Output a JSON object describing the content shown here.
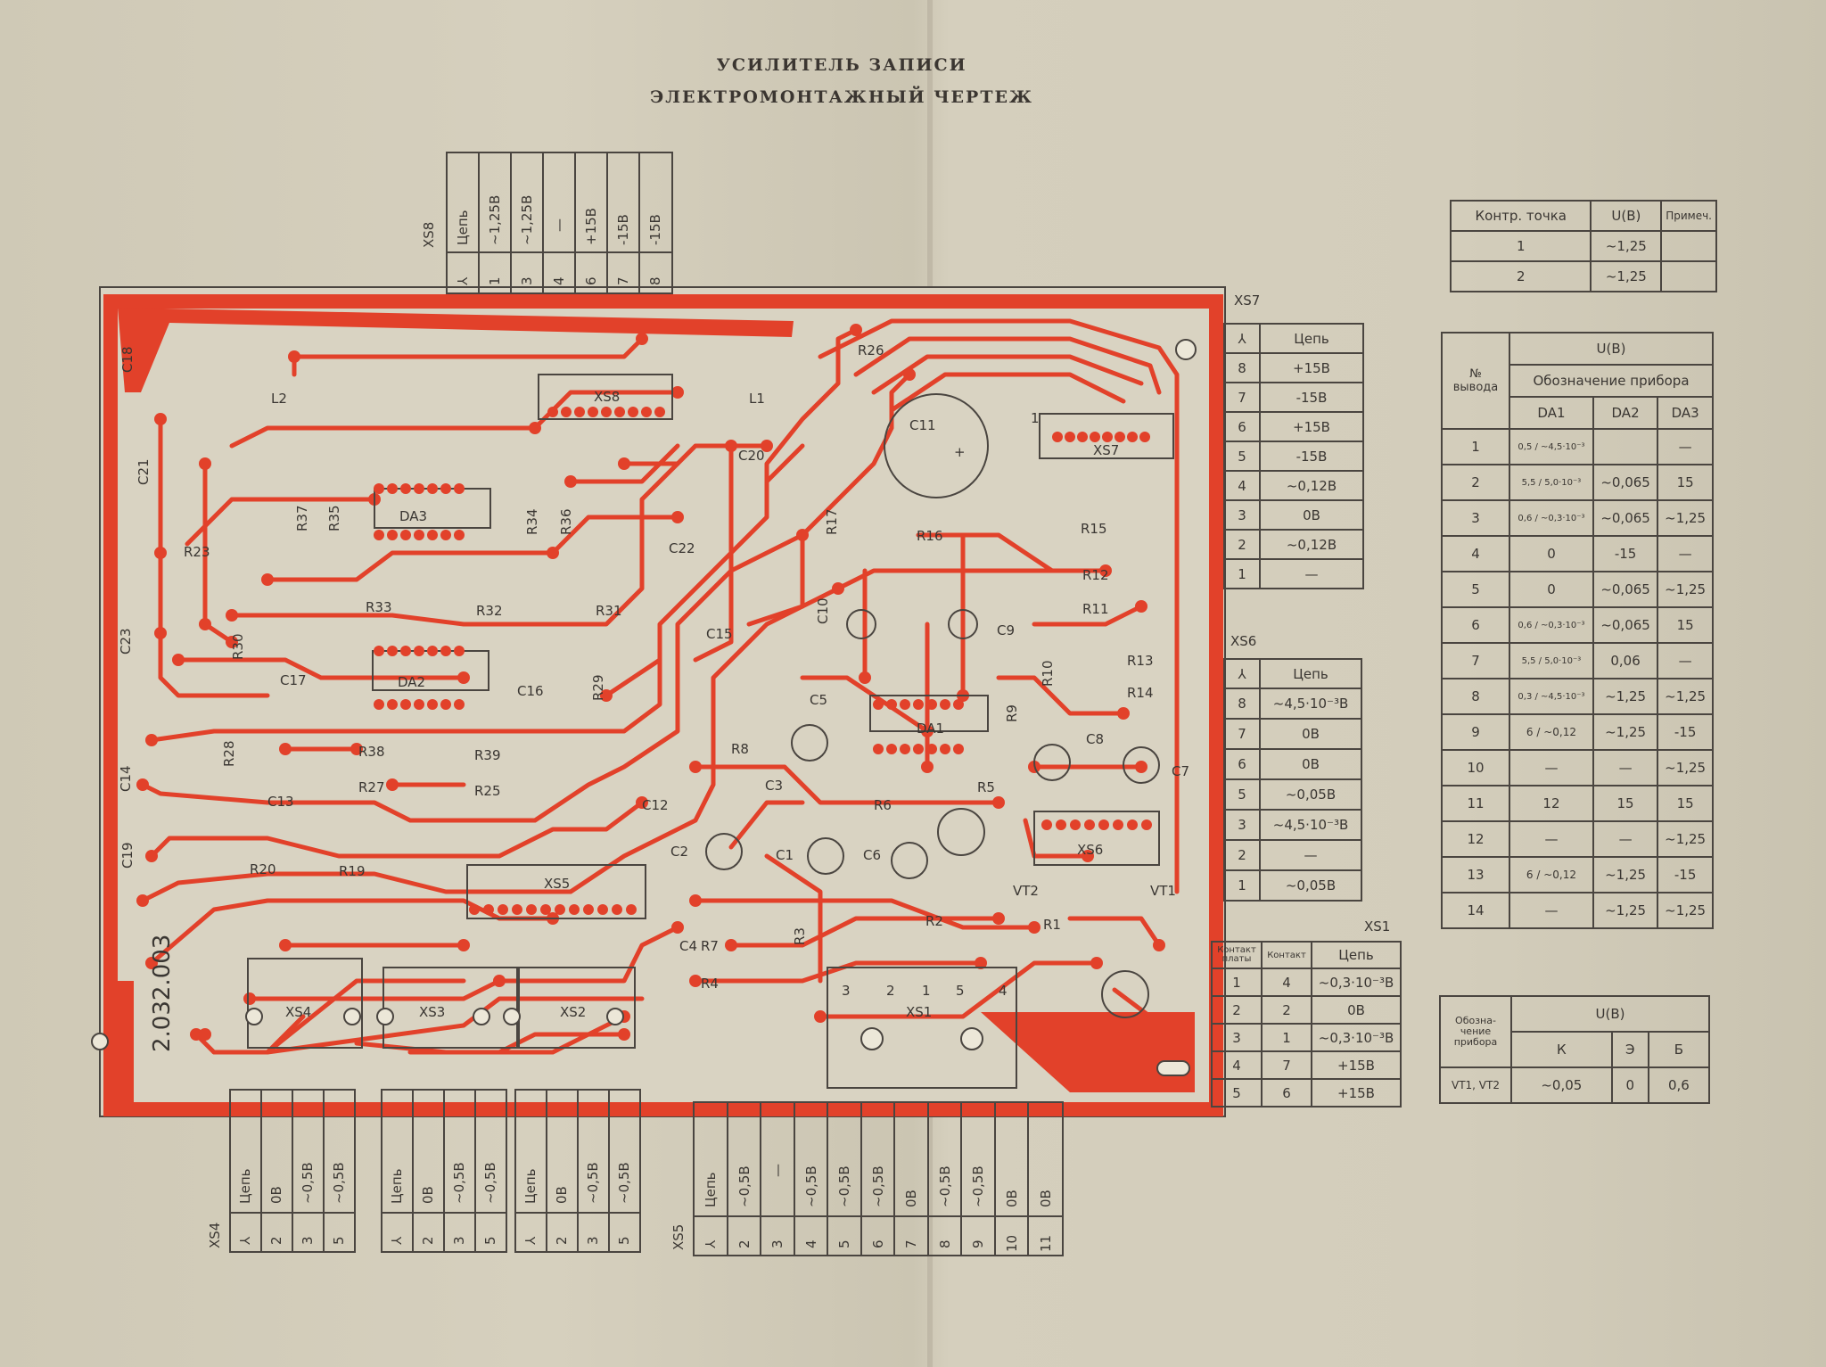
{
  "title": {
    "line1": "УСИЛИТЕЛЬ ЗАПИСИ",
    "line2": "ЭЛЕКТРОМОНТАЖНЫЙ ЧЕРТЕЖ"
  },
  "board": {
    "part_number": "2.032.003",
    "components": {
      "R26": "R26",
      "R17": "R17",
      "R16": "R16",
      "R15": "R15",
      "R12": "R12",
      "R11": "R11",
      "R10": "R10",
      "R13": "R13",
      "R14": "R14",
      "R9": "R9",
      "R8": "R8",
      "R6": "R6",
      "R5": "R5",
      "R3": "R3",
      "R2": "R2",
      "R1": "R1",
      "R7": "R7",
      "R4": "R4",
      "R20": "R20",
      "R19": "R19",
      "R38": "R38",
      "R27": "R27",
      "R39": "R39",
      "R25": "R25",
      "R28": "R28",
      "R30": "R30",
      "R33": "R33",
      "R32": "R32",
      "R31": "R31",
      "R29": "R29",
      "R23": "R23",
      "R34": "R34",
      "R35": "R35",
      "R36": "R36",
      "R37": "R37",
      "DA1": "DA1",
      "DA2": "DA2",
      "DA3": "DA3",
      "C1": "C1",
      "C2": "C2",
      "C3": "C3",
      "C4": "C4",
      "C5": "C5",
      "C6": "C6",
      "C7": "C7",
      "C8": "C8",
      "C9": "C9",
      "C10": "C10",
      "C11": "C11",
      "C12": "C12",
      "C13": "C13",
      "C14": "C14",
      "C15": "C15",
      "C16": "C16",
      "C17": "C17",
      "C19": "C19",
      "C20": "C20",
      "C21": "C21",
      "C22": "C22",
      "C23": "C23",
      "C18": "C18",
      "L1": "L1",
      "L2": "L2",
      "VT1": "VT1",
      "VT2": "VT2",
      "XS1": "XS1",
      "XS2": "XS2",
      "XS3": "XS3",
      "XS4": "XS4",
      "XS5": "XS5",
      "XS6": "XS6",
      "XS7": "XS7",
      "XS8": "XS8",
      "plus": "+",
      "one": "1",
      "p1": "1",
      "p2": "2",
      "p3": "3",
      "p4": "4",
      "p5": "5"
    }
  },
  "xs8": {
    "name": "XS8",
    "header": {
      "num": "⅄",
      "label": "Цепь"
    },
    "rows": [
      {
        "num": "1",
        "val": "~1,25В"
      },
      {
        "num": "3",
        "val": "~1,25В"
      },
      {
        "num": "4",
        "val": "—"
      },
      {
        "num": "6",
        "val": "+15В"
      },
      {
        "num": "7",
        "val": "-15В"
      },
      {
        "num": "8",
        "val": "-15В"
      }
    ]
  },
  "xs7": {
    "name": "XS7",
    "header": {
      "num": "⅄",
      "label": "Цепь"
    },
    "rows": [
      {
        "num": "8",
        "val": "+15В"
      },
      {
        "num": "7",
        "val": "-15В"
      },
      {
        "num": "6",
        "val": "+15В"
      },
      {
        "num": "5",
        "val": "-15В"
      },
      {
        "num": "4",
        "val": "~0,12В"
      },
      {
        "num": "3",
        "val": "0В"
      },
      {
        "num": "2",
        "val": "~0,12В"
      },
      {
        "num": "1",
        "val": "—"
      }
    ]
  },
  "xs6": {
    "name": "XS6",
    "header": {
      "num": "⅄",
      "label": "Цепь"
    },
    "rows": [
      {
        "num": "8",
        "val": "~4,5·10⁻³В"
      },
      {
        "num": "7",
        "val": "0В"
      },
      {
        "num": "6",
        "val": "0В"
      },
      {
        "num": "5",
        "val": "~0,05В"
      },
      {
        "num": "3",
        "val": "~4,5·10⁻³В"
      },
      {
        "num": "2",
        "val": "—"
      },
      {
        "num": "1",
        "val": "~0,05В"
      }
    ]
  },
  "xs1": {
    "name": "XS1",
    "headers": [
      "Контакт платы",
      "Контакт",
      "Цепь"
    ],
    "rows": [
      [
        "1",
        "4",
        "~0,3·10⁻³В"
      ],
      [
        "2",
        "2",
        "0В"
      ],
      [
        "3",
        "1",
        "~0,3·10⁻³В"
      ],
      [
        "4",
        "7",
        "+15В"
      ],
      [
        "5",
        "6",
        "+15В"
      ]
    ]
  },
  "control_points": {
    "headers": [
      "Контр. точка",
      "U(В)",
      "Примеч."
    ],
    "rows": [
      [
        "1",
        "~1,25",
        ""
      ],
      [
        "2",
        "~1,25",
        ""
      ]
    ]
  },
  "da_table": {
    "col_num": "№ вывода",
    "u_header": "U(В)",
    "device_header": "Обозначение прибора",
    "devices": [
      "DA1",
      "DA2",
      "DA3"
    ],
    "rows": [
      [
        "1",
        "0,5 / ~4,5·10⁻³",
        "",
        "—"
      ],
      [
        "2",
        "5,5 / 5,0·10⁻³",
        "~0,065",
        "15"
      ],
      [
        "3",
        "0,6 / ~0,3·10⁻³",
        "~0,065",
        "~1,25"
      ],
      [
        "4",
        "0",
        "-15",
        "—"
      ],
      [
        "5",
        "0",
        "~0,065",
        "~1,25"
      ],
      [
        "6",
        "0,6 / ~0,3·10⁻³",
        "~0,065",
        "15"
      ],
      [
        "7",
        "5,5 / 5,0·10⁻³",
        "0,06",
        "—"
      ],
      [
        "8",
        "0,3 / ~4,5·10⁻³",
        "~1,25",
        "~1,25"
      ],
      [
        "9",
        "6 / ~0,12",
        "~1,25",
        "-15"
      ],
      [
        "10",
        "—",
        "—",
        "~1,25"
      ],
      [
        "11",
        "12",
        "15",
        "15"
      ],
      [
        "12",
        "—",
        "—",
        "~1,25"
      ],
      [
        "13",
        "6 / ~0,12",
        "~1,25",
        "-15"
      ],
      [
        "14",
        "—",
        "~1,25",
        "~1,25"
      ]
    ]
  },
  "vt_table": {
    "col_label": "Обозна- чение прибора",
    "u_header": "U(В)",
    "sub": [
      "К",
      "Э",
      "Б"
    ],
    "rows": [
      [
        "VT1, VT2",
        "~0,05",
        "0",
        "0,6"
      ]
    ]
  },
  "bottom_tables": {
    "xs4": {
      "name": "XS4",
      "header": "Цепь",
      "nums": [
        "⅄",
        "2",
        "3",
        "5"
      ],
      "vals": [
        "Цепь",
        "0В",
        "~0,5В",
        "~0,5В"
      ]
    },
    "xs3": {
      "name": "XS3",
      "nums": [
        "⅄",
        "2",
        "3",
        "5"
      ],
      "vals": [
        "Цепь",
        "0В",
        "~0,5В",
        "~0,5В"
      ]
    },
    "xs2": {
      "name": "XS2",
      "nums": [
        "⅄",
        "2",
        "3",
        "5"
      ],
      "vals": [
        "Цепь",
        "0В",
        "~0,5В",
        "~0,5В"
      ]
    },
    "xs5": {
      "name": "XS5",
      "nums": [
        "⅄",
        "2",
        "3",
        "4",
        "5",
        "6",
        "7",
        "8",
        "9",
        "10",
        "11"
      ],
      "vals": [
        "Цепь",
        "~0,5В",
        "—",
        "~0,5В",
        "~0,5В",
        "~0,5В",
        "0В",
        "~0,5В",
        "~0,5В",
        "0В",
        "0В"
      ]
    }
  },
  "colors": {
    "paper": "#d2ccba",
    "trace": "#e2412a",
    "ink": "#3a3632"
  }
}
